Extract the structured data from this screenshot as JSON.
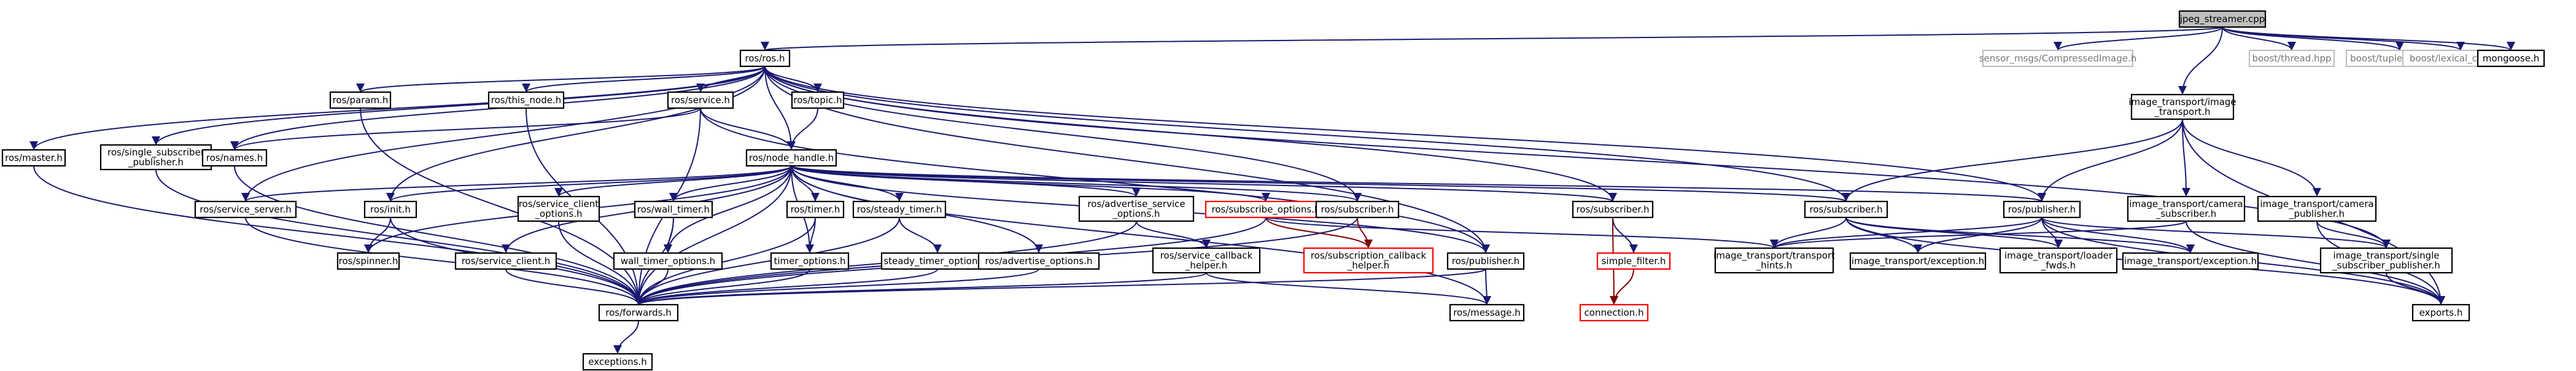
{
  "diagram": {
    "type": "include-dependency-graph",
    "colors": {
      "edge": "#191970",
      "edge_red": "#7d0000",
      "root_fill": "#bfbfbf",
      "external_border": "#bfbfbf",
      "missing_border": "#ff0000"
    },
    "nodes": [
      {
        "id": "root",
        "label": [
          "jpeg_streamer.cpp"
        ],
        "kind": "root"
      },
      {
        "id": "ros_ros",
        "label": [
          "ros/ros.h"
        ],
        "kind": "normal"
      },
      {
        "id": "sensor",
        "label": [
          "sensor_msgs/CompressedImage.h"
        ],
        "kind": "ext"
      },
      {
        "id": "it",
        "label": [
          "image_transport/image",
          "_transport.h"
        ],
        "kind": "normal"
      },
      {
        "id": "bthread",
        "label": [
          "boost/thread.hpp"
        ],
        "kind": "ext"
      },
      {
        "id": "btuple",
        "label": [
          "boost/tuple/tuple.hpp"
        ],
        "kind": "ext"
      },
      {
        "id": "blex",
        "label": [
          "boost/lexical_cast.hpp"
        ],
        "kind": "ext"
      },
      {
        "id": "mongoose",
        "label": [
          "mongoose.h"
        ],
        "kind": "normal"
      },
      {
        "id": "master",
        "label": [
          "ros/master.h"
        ],
        "kind": "normal"
      },
      {
        "id": "singlepub",
        "label": [
          "ros/single_subscriber",
          "_publisher.h"
        ],
        "kind": "normal"
      },
      {
        "id": "names",
        "label": [
          "ros/names.h"
        ],
        "kind": "normal"
      },
      {
        "id": "param",
        "label": [
          "ros/param.h"
        ],
        "kind": "normal"
      },
      {
        "id": "thisnode",
        "label": [
          "ros/this_node.h"
        ],
        "kind": "normal"
      },
      {
        "id": "service",
        "label": [
          "ros/service.h"
        ],
        "kind": "normal"
      },
      {
        "id": "topic",
        "label": [
          "ros/topic.h"
        ],
        "kind": "normal"
      },
      {
        "id": "nodehandle",
        "label": [
          "ros/node_handle.h"
        ],
        "kind": "normal"
      },
      {
        "id": "servserver",
        "label": [
          "ros/service_server.h"
        ],
        "kind": "normal"
      },
      {
        "id": "init",
        "label": [
          "ros/init.h"
        ],
        "kind": "normal"
      },
      {
        "id": "spinner",
        "label": [
          "ros/spinner.h"
        ],
        "kind": "normal"
      },
      {
        "id": "servclientopt",
        "label": [
          "ros/service_client",
          "_options.h"
        ],
        "kind": "normal"
      },
      {
        "id": "servclient",
        "label": [
          "ros/service_client.h"
        ],
        "kind": "normal"
      },
      {
        "id": "walltimer",
        "label": [
          "ros/wall_timer.h"
        ],
        "kind": "normal"
      },
      {
        "id": "walltimeropt",
        "label": [
          "wall_timer_options.h"
        ],
        "kind": "normal"
      },
      {
        "id": "timer",
        "label": [
          "ros/timer.h"
        ],
        "kind": "normal"
      },
      {
        "id": "timeropt",
        "label": [
          "timer_options.h"
        ],
        "kind": "normal"
      },
      {
        "id": "steadytimer",
        "label": [
          "ros/steady_timer.h"
        ],
        "kind": "normal"
      },
      {
        "id": "steadytimeropt",
        "label": [
          "steady_timer_options.h"
        ],
        "kind": "normal"
      },
      {
        "id": "advopt",
        "label": [
          "ros/advertise_options.h"
        ],
        "kind": "normal"
      },
      {
        "id": "advservopt",
        "label": [
          "ros/advertise_service",
          "_options.h"
        ],
        "kind": "normal"
      },
      {
        "id": "servcb",
        "label": [
          "ros/service_callback",
          "_helper.h"
        ],
        "kind": "normal"
      },
      {
        "id": "subopt",
        "label": [
          "ros/subscribe_options.h"
        ],
        "kind": "red"
      },
      {
        "id": "rossubscriber",
        "label": [
          "ros/subscriber.h"
        ],
        "kind": "normal"
      },
      {
        "id": "subcb",
        "label": [
          "ros/subscription_callback",
          "_helper.h"
        ],
        "kind": "red"
      },
      {
        "id": "rospublisher",
        "label": [
          "ros/publisher.h"
        ],
        "kind": "normal"
      },
      {
        "id": "forwards",
        "label": [
          "ros/forwards.h"
        ],
        "kind": "normal"
      },
      {
        "id": "exceptions",
        "label": [
          "exceptions.h"
        ],
        "kind": "normal"
      },
      {
        "id": "message",
        "label": [
          "ros/message.h"
        ],
        "kind": "normal"
      },
      {
        "id": "rossubscriber2",
        "label": [
          "ros/subscriber.h"
        ],
        "kind": "normal"
      },
      {
        "id": "simplefilter",
        "label": [
          "simple_filter.h"
        ],
        "kind": "red"
      },
      {
        "id": "connection",
        "label": [
          "connection.h"
        ],
        "kind": "red"
      },
      {
        "id": "rossubscriber3",
        "label": [
          "ros/subscriber.h"
        ],
        "kind": "normal"
      },
      {
        "id": "rospublisher2",
        "label": [
          "ros/publisher.h"
        ],
        "kind": "normal"
      },
      {
        "id": "itcamsub",
        "label": [
          "image_transport/camera",
          "_subscriber.h"
        ],
        "kind": "normal"
      },
      {
        "id": "itcampub",
        "label": [
          "image_transport/camera",
          "_publisher.h"
        ],
        "kind": "normal"
      },
      {
        "id": "ittrans",
        "label": [
          "image_transport/transport",
          "_hints.h"
        ],
        "kind": "normal"
      },
      {
        "id": "itexc1",
        "label": [
          "image_transport/exception.h"
        ],
        "kind": "normal"
      },
      {
        "id": "itloader",
        "label": [
          "image_transport/loader",
          "_fwds.h"
        ],
        "kind": "normal"
      },
      {
        "id": "itexc2",
        "label": [
          "image_transport/exception.h"
        ],
        "kind": "normal"
      },
      {
        "id": "itsinglepub",
        "label": [
          "image_transport/single",
          "_subscriber_publisher.h"
        ],
        "kind": "normal"
      },
      {
        "id": "exports",
        "label": [
          "exports.h"
        ],
        "kind": "normal"
      }
    ],
    "edges": [
      [
        "root",
        "ros_ros"
      ],
      [
        "root",
        "sensor"
      ],
      [
        "root",
        "it"
      ],
      [
        "root",
        "bthread"
      ],
      [
        "root",
        "btuple"
      ],
      [
        "root",
        "blex"
      ],
      [
        "root",
        "mongoose"
      ],
      [
        "ros_ros",
        "master"
      ],
      [
        "ros_ros",
        "singlepub"
      ],
      [
        "ros_ros",
        "names"
      ],
      [
        "ros_ros",
        "param"
      ],
      [
        "ros_ros",
        "thisnode"
      ],
      [
        "ros_ros",
        "service"
      ],
      [
        "ros_ros",
        "topic"
      ],
      [
        "ros_ros",
        "nodehandle"
      ],
      [
        "ros_ros",
        "servserver"
      ],
      [
        "ros_ros",
        "init"
      ],
      [
        "ros_ros",
        "rossubscriber"
      ],
      [
        "ros_ros",
        "rospublisher"
      ],
      [
        "ros_ros",
        "rossubscriber2"
      ],
      [
        "ros_ros",
        "rossubscriber3"
      ],
      [
        "ros_ros",
        "rospublisher2"
      ],
      [
        "ros_ros",
        "itsinglepub"
      ],
      [
        "master",
        "forwards"
      ],
      [
        "singlepub",
        "forwards"
      ],
      [
        "names",
        "forwards"
      ],
      [
        "param",
        "forwards"
      ],
      [
        "thisnode",
        "forwards"
      ],
      [
        "service",
        "names"
      ],
      [
        "service",
        "nodehandle"
      ],
      [
        "service",
        "forwards"
      ],
      [
        "service",
        "rospublisher"
      ],
      [
        "topic",
        "nodehandle"
      ],
      [
        "nodehandle",
        "servserver"
      ],
      [
        "nodehandle",
        "init"
      ],
      [
        "nodehandle",
        "spinner"
      ],
      [
        "nodehandle",
        "servclientopt"
      ],
      [
        "nodehandle",
        "servclient"
      ],
      [
        "nodehandle",
        "walltimer"
      ],
      [
        "nodehandle",
        "walltimeropt"
      ],
      [
        "nodehandle",
        "timer"
      ],
      [
        "nodehandle",
        "timeropt"
      ],
      [
        "nodehandle",
        "steadytimer"
      ],
      [
        "nodehandle",
        "advopt"
      ],
      [
        "nodehandle",
        "advservopt"
      ],
      [
        "nodehandle",
        "subopt"
      ],
      [
        "nodehandle",
        "rossubscriber"
      ],
      [
        "nodehandle",
        "rospublisher"
      ],
      [
        "nodehandle",
        "forwards"
      ],
      [
        "nodehandle",
        "message"
      ],
      [
        "nodehandle",
        "rossubscriber2"
      ],
      [
        "nodehandle",
        "rossubscriber3"
      ],
      [
        "nodehandle",
        "rospublisher2"
      ],
      [
        "servserver",
        "forwards"
      ],
      [
        "init",
        "forwards"
      ],
      [
        "init",
        "spinner"
      ],
      [
        "servclientopt",
        "forwards"
      ],
      [
        "servclient",
        "forwards"
      ],
      [
        "walltimer",
        "walltimeropt"
      ],
      [
        "walltimer",
        "forwards"
      ],
      [
        "walltimeropt",
        "forwards"
      ],
      [
        "timer",
        "timeropt"
      ],
      [
        "timer",
        "forwards"
      ],
      [
        "timeropt",
        "forwards"
      ],
      [
        "steadytimer",
        "steadytimeropt"
      ],
      [
        "steadytimer",
        "forwards"
      ],
      [
        "steadytimeropt",
        "forwards"
      ],
      [
        "advopt",
        "forwards"
      ],
      [
        "advservopt",
        "servcb"
      ],
      [
        "advservopt",
        "forwards"
      ],
      [
        "servcb",
        "forwards"
      ],
      [
        "servcb",
        "message"
      ],
      [
        "subopt",
        "subcb"
      ],
      [
        "subopt",
        "forwards"
      ],
      [
        "subopt",
        "ittrans"
      ],
      [
        "rossubscriber",
        "subcb"
      ],
      [
        "rossubscriber",
        "forwards"
      ],
      [
        "rospublisher",
        "forwards"
      ],
      [
        "rospublisher",
        "message"
      ],
      [
        "forwards",
        "exceptions"
      ],
      [
        "rossubscriber2",
        "simplefilter"
      ],
      [
        "rossubscriber2",
        "connection"
      ],
      [
        "simplefilter",
        "connection"
      ],
      [
        "it",
        "rossubscriber3"
      ],
      [
        "it",
        "rospublisher2"
      ],
      [
        "it",
        "itcamsub"
      ],
      [
        "it",
        "itcampub"
      ],
      [
        "it",
        "exports"
      ],
      [
        "rossubscriber3",
        "ittrans"
      ],
      [
        "rossubscriber3",
        "itexc1"
      ],
      [
        "rossubscriber3",
        "itloader"
      ],
      [
        "rossubscriber3",
        "itexc2"
      ],
      [
        "rossubscriber3",
        "exports"
      ],
      [
        "rospublisher2",
        "ittrans"
      ],
      [
        "rospublisher2",
        "itexc1"
      ],
      [
        "rospublisher2",
        "itloader"
      ],
      [
        "rospublisher2",
        "itexc2"
      ],
      [
        "rospublisher2",
        "itsinglepub"
      ],
      [
        "rospublisher2",
        "exports"
      ],
      [
        "itcamsub",
        "ittrans"
      ],
      [
        "itcamsub",
        "exports"
      ],
      [
        "itcampub",
        "itsinglepub"
      ],
      [
        "itcampub",
        "exports"
      ],
      [
        "itsinglepub",
        "exports"
      ]
    ]
  }
}
